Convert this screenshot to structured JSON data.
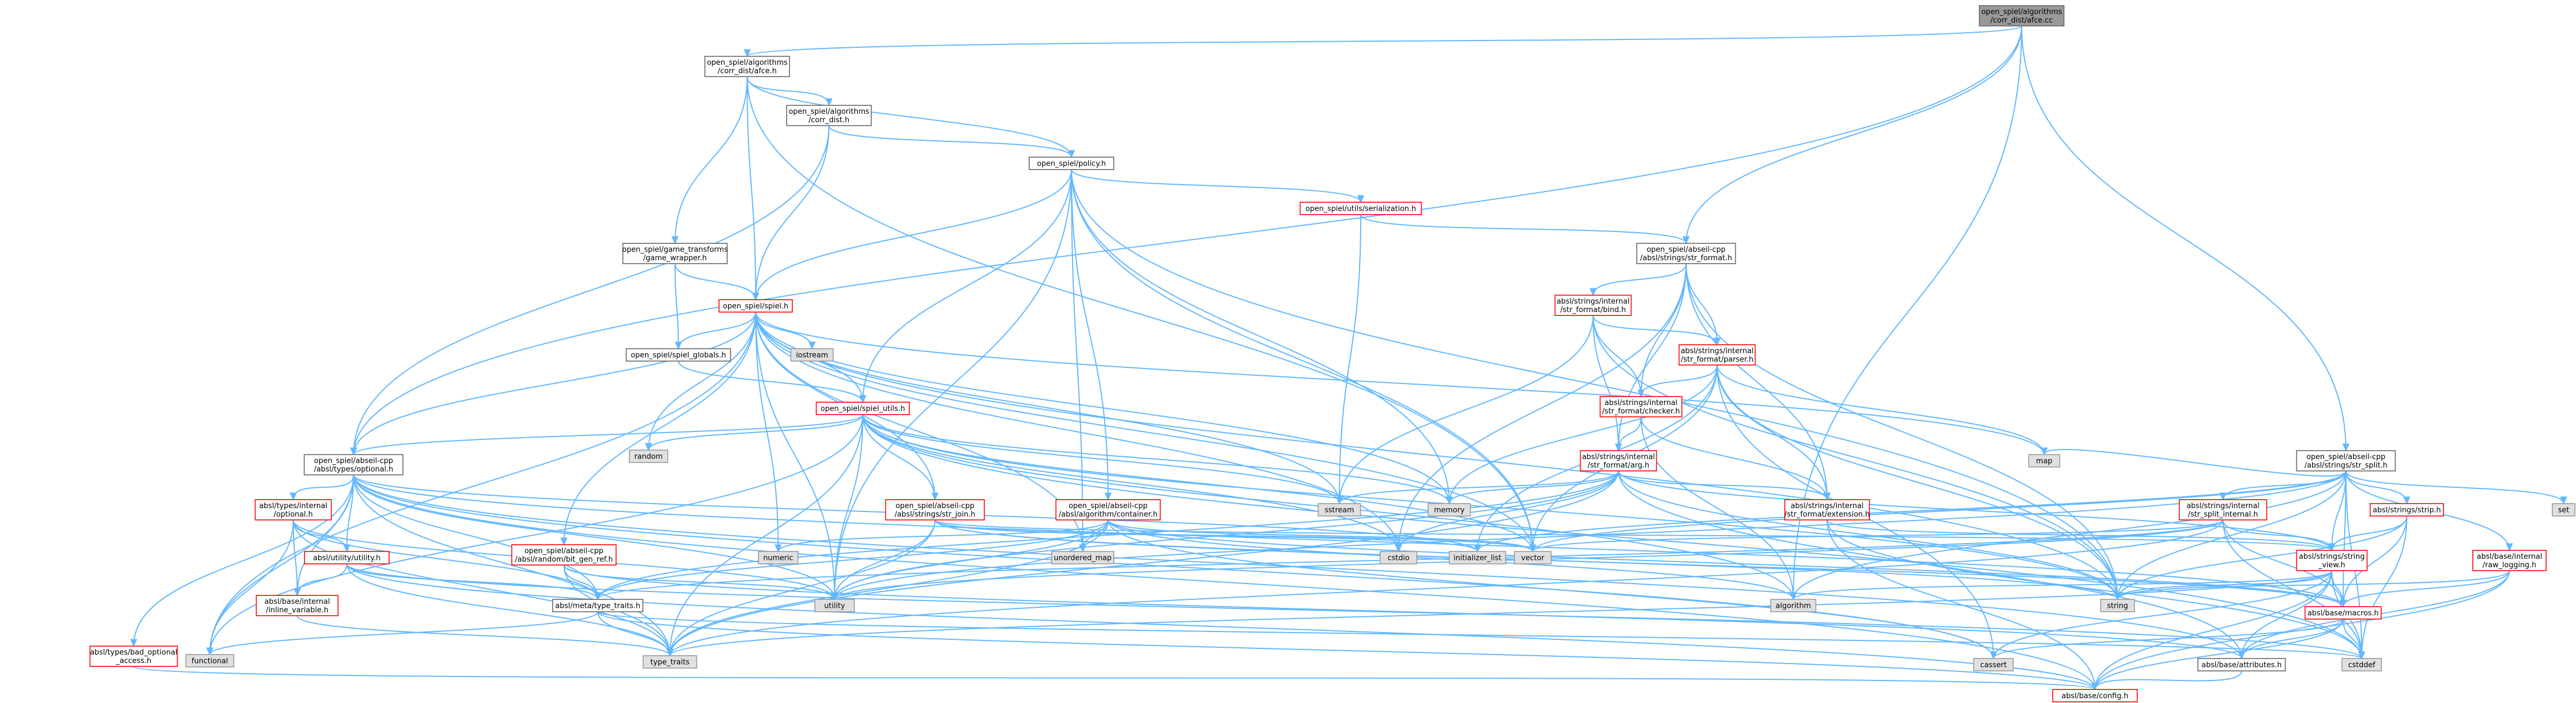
{
  "colors": {
    "edge": "#63b8ff",
    "root_fill": "#999999",
    "root_stroke": "#666666",
    "header_fill": "#ffffff",
    "header_stroke": "#666666",
    "truncated_stroke": "#ff0000",
    "system_fill": "#e0e0e0",
    "system_stroke": "#999999",
    "text": "#000000"
  },
  "nodes": [
    {
      "id": "root",
      "kind": "root",
      "lines": [
        "open_spiel/algorithms",
        "/corr_dist/afce.cc"
      ]
    },
    {
      "id": "afce_h",
      "kind": "header",
      "lines": [
        "open_spiel/algorithms",
        "/corr_dist/afce.h"
      ]
    },
    {
      "id": "corr_dist_h",
      "kind": "header",
      "lines": [
        "open_spiel/algorithms",
        "/corr_dist.h"
      ]
    },
    {
      "id": "policy_h",
      "kind": "header",
      "lines": [
        "open_spiel/policy.h"
      ]
    },
    {
      "id": "serialization_h",
      "kind": "truncated",
      "lines": [
        "open_spiel/utils/serialization.h"
      ]
    },
    {
      "id": "game_wrapper_h",
      "kind": "header",
      "lines": [
        "open_spiel/game_transforms",
        "/game_wrapper.h"
      ]
    },
    {
      "id": "spiel_h",
      "kind": "truncated",
      "lines": [
        "open_spiel/spiel.h"
      ]
    },
    {
      "id": "iostream",
      "kind": "system",
      "lines": [
        "iostream"
      ]
    },
    {
      "id": "spiel_globals_h",
      "kind": "header",
      "lines": [
        "open_spiel/spiel_globals.h"
      ]
    },
    {
      "id": "spiel_utils_h",
      "kind": "truncated",
      "lines": [
        "open_spiel/spiel_utils.h"
      ]
    },
    {
      "id": "random",
      "kind": "system",
      "lines": [
        "random"
      ]
    },
    {
      "id": "optional_h",
      "kind": "header",
      "lines": [
        "open_spiel/abseil-cpp",
        "/absl/types/optional.h"
      ]
    },
    {
      "id": "internal_optional_h",
      "kind": "truncated",
      "lines": [
        "absl/types/internal",
        "/optional.h"
      ]
    },
    {
      "id": "utility_h",
      "kind": "truncated",
      "lines": [
        "absl/utility/utility.h"
      ]
    },
    {
      "id": "inline_variable_h",
      "kind": "truncated",
      "lines": [
        "absl/base/internal",
        "/inline_variable.h"
      ]
    },
    {
      "id": "bad_optional_access_h",
      "kind": "truncated",
      "lines": [
        "absl/types/bad_optional",
        "_access.h"
      ]
    },
    {
      "id": "functional",
      "kind": "system",
      "lines": [
        "functional"
      ]
    },
    {
      "id": "type_traits",
      "kind": "system",
      "lines": [
        "type_traits"
      ]
    },
    {
      "id": "bit_gen_ref_h",
      "kind": "truncated",
      "lines": [
        "open_spiel/abseil-cpp",
        "/absl/random/bit_gen_ref.h"
      ]
    },
    {
      "id": "meta_type_traits_h",
      "kind": "header",
      "lines": [
        "absl/meta/type_traits.h"
      ]
    },
    {
      "id": "numeric",
      "kind": "system",
      "lines": [
        "numeric"
      ]
    },
    {
      "id": "str_join_h",
      "kind": "truncated",
      "lines": [
        "open_spiel/abseil-cpp",
        "/absl/strings/str_join.h"
      ]
    },
    {
      "id": "container_h",
      "kind": "truncated",
      "lines": [
        "open_spiel/abseil-cpp",
        "/absl/algorithm/container.h"
      ]
    },
    {
      "id": "unordered_map",
      "kind": "system",
      "lines": [
        "unordered_map"
      ]
    },
    {
      "id": "utility",
      "kind": "system",
      "lines": [
        "utility"
      ]
    },
    {
      "id": "sstream",
      "kind": "system",
      "lines": [
        "sstream"
      ]
    },
    {
      "id": "memory",
      "kind": "system",
      "lines": [
        "memory"
      ]
    },
    {
      "id": "cstdio",
      "kind": "system",
      "lines": [
        "cstdio"
      ]
    },
    {
      "id": "initializer_list",
      "kind": "system",
      "lines": [
        "initializer_list"
      ]
    },
    {
      "id": "vector",
      "kind": "system",
      "lines": [
        "vector"
      ]
    },
    {
      "id": "str_format_h",
      "kind": "header",
      "lines": [
        "open_spiel/abseil-cpp",
        "/absl/strings/str_format.h"
      ]
    },
    {
      "id": "bind_h",
      "kind": "truncated",
      "lines": [
        "absl/strings/internal",
        "/str_format/bind.h"
      ]
    },
    {
      "id": "parser_h",
      "kind": "truncated",
      "lines": [
        "absl/strings/internal",
        "/str_format/parser.h"
      ]
    },
    {
      "id": "checker_h",
      "kind": "truncated",
      "lines": [
        "absl/strings/internal",
        "/str_format/checker.h"
      ]
    },
    {
      "id": "arg_h",
      "kind": "truncated",
      "lines": [
        "absl/strings/internal",
        "/str_format/arg.h"
      ]
    },
    {
      "id": "extension_h",
      "kind": "truncated",
      "lines": [
        "absl/strings/internal",
        "/str_format/extension.h"
      ]
    },
    {
      "id": "algorithm",
      "kind": "system",
      "lines": [
        "algorithm"
      ]
    },
    {
      "id": "string",
      "kind": "system",
      "lines": [
        "string"
      ]
    },
    {
      "id": "map",
      "kind": "system",
      "lines": [
        "map"
      ]
    },
    {
      "id": "str_split_h",
      "kind": "header",
      "lines": [
        "open_spiel/abseil-cpp",
        "/absl/strings/str_split.h"
      ]
    },
    {
      "id": "set",
      "kind": "system",
      "lines": [
        "set"
      ]
    },
    {
      "id": "str_split_internal_h",
      "kind": "truncated",
      "lines": [
        "absl/strings/internal",
        "/str_split_internal.h"
      ]
    },
    {
      "id": "strip_h",
      "kind": "truncated",
      "lines": [
        "absl/strings/strip.h"
      ]
    },
    {
      "id": "raw_logging_h",
      "kind": "truncated",
      "lines": [
        "absl/base/internal",
        "/raw_logging.h"
      ]
    },
    {
      "id": "string_view_h",
      "kind": "truncated",
      "lines": [
        "absl/strings/string",
        "_view.h"
      ]
    },
    {
      "id": "macros_h",
      "kind": "truncated",
      "lines": [
        "absl/base/macros.h"
      ]
    },
    {
      "id": "attributes_h",
      "kind": "header",
      "lines": [
        "absl/base/attributes.h"
      ]
    },
    {
      "id": "cassert",
      "kind": "system",
      "lines": [
        "cassert"
      ]
    },
    {
      "id": "cstddef",
      "kind": "system",
      "lines": [
        "cstddef"
      ]
    },
    {
      "id": "config_h",
      "kind": "truncated",
      "lines": [
        "absl/base/config.h"
      ]
    }
  ],
  "edges": [
    [
      "root",
      "afce_h"
    ],
    [
      "root",
      "optional_h"
    ],
    [
      "root",
      "str_format_h"
    ],
    [
      "root",
      "str_split_h"
    ],
    [
      "root",
      "algorithm"
    ],
    [
      "afce_h",
      "corr_dist_h"
    ],
    [
      "afce_h",
      "policy_h"
    ],
    [
      "afce_h",
      "game_wrapper_h"
    ],
    [
      "afce_h",
      "spiel_h"
    ],
    [
      "afce_h",
      "vector"
    ],
    [
      "corr_dist_h",
      "policy_h"
    ],
    [
      "corr_dist_h",
      "spiel_h"
    ],
    [
      "corr_dist_h",
      "optional_h"
    ],
    [
      "policy_h",
      "serialization_h"
    ],
    [
      "policy_h",
      "spiel_h"
    ],
    [
      "policy_h",
      "spiel_utils_h"
    ],
    [
      "policy_h",
      "container_h"
    ],
    [
      "policy_h",
      "memory"
    ],
    [
      "policy_h",
      "string"
    ],
    [
      "policy_h",
      "unordered_map"
    ],
    [
      "policy_h",
      "utility"
    ],
    [
      "policy_h",
      "vector"
    ],
    [
      "serialization_h",
      "str_format_h"
    ],
    [
      "serialization_h",
      "sstream"
    ],
    [
      "game_wrapper_h",
      "spiel_globals_h"
    ],
    [
      "game_wrapper_h",
      "spiel_h"
    ],
    [
      "spiel_h",
      "iostream"
    ],
    [
      "spiel_h",
      "spiel_globals_h"
    ],
    [
      "spiel_h",
      "spiel_utils_h"
    ],
    [
      "spiel_h",
      "optional_h"
    ],
    [
      "spiel_h",
      "random"
    ],
    [
      "spiel_h",
      "bit_gen_ref_h"
    ],
    [
      "spiel_h",
      "str_join_h"
    ],
    [
      "spiel_h",
      "functional"
    ],
    [
      "spiel_h",
      "memory"
    ],
    [
      "spiel_h",
      "numeric"
    ],
    [
      "spiel_h",
      "sstream"
    ],
    [
      "spiel_h",
      "string"
    ],
    [
      "spiel_h",
      "utility"
    ],
    [
      "spiel_h",
      "vector"
    ],
    [
      "spiel_h",
      "map"
    ],
    [
      "spiel_h",
      "unordered_map"
    ],
    [
      "spiel_h",
      "cstdio"
    ],
    [
      "spiel_globals_h",
      "spiel_utils_h"
    ],
    [
      "spiel_utils_h",
      "optional_h"
    ],
    [
      "spiel_utils_h",
      "random"
    ],
    [
      "spiel_utils_h",
      "sstream"
    ],
    [
      "spiel_utils_h",
      "str_join_h"
    ],
    [
      "spiel_utils_h",
      "type_traits"
    ],
    [
      "spiel_utils_h",
      "utility"
    ],
    [
      "spiel_utils_h",
      "cstdio"
    ],
    [
      "spiel_utils_h",
      "vector"
    ],
    [
      "spiel_utils_h",
      "string"
    ],
    [
      "spiel_utils_h",
      "memory"
    ],
    [
      "spiel_utils_h",
      "functional"
    ],
    [
      "spiel_utils_h",
      "algorithm"
    ],
    [
      "spiel_utils_h",
      "cstddef"
    ],
    [
      "optional_h",
      "internal_optional_h"
    ],
    [
      "optional_h",
      "utility_h"
    ],
    [
      "optional_h",
      "inline_variable_h"
    ],
    [
      "optional_h",
      "bad_optional_access_h"
    ],
    [
      "optional_h",
      "functional"
    ],
    [
      "optional_h",
      "type_traits"
    ],
    [
      "optional_h",
      "meta_type_traits_h"
    ],
    [
      "optional_h",
      "utility"
    ],
    [
      "optional_h",
      "initializer_list"
    ],
    [
      "optional_h",
      "config_h"
    ],
    [
      "optional_h",
      "attributes_h"
    ],
    [
      "optional_h",
      "cassert"
    ],
    [
      "optional_h",
      "macros_h"
    ],
    [
      "internal_optional_h",
      "utility_h"
    ],
    [
      "internal_optional_h",
      "meta_type_traits_h"
    ],
    [
      "internal_optional_h",
      "functional"
    ],
    [
      "internal_optional_h",
      "inline_variable_h"
    ],
    [
      "internal_optional_h",
      "type_traits"
    ],
    [
      "internal_optional_h",
      "utility"
    ],
    [
      "utility_h",
      "inline_variable_h"
    ],
    [
      "utility_h",
      "meta_type_traits_h"
    ],
    [
      "utility_h",
      "type_traits"
    ],
    [
      "utility_h",
      "config_h"
    ],
    [
      "utility_h",
      "cstddef"
    ],
    [
      "inline_variable_h",
      "type_traits"
    ],
    [
      "bad_optional_access_h",
      "config_h"
    ],
    [
      "bit_gen_ref_h",
      "meta_type_traits_h"
    ],
    [
      "bit_gen_ref_h",
      "type_traits"
    ],
    [
      "bit_gen_ref_h",
      "utility"
    ],
    [
      "bit_gen_ref_h",
      "attributes_h"
    ],
    [
      "meta_type_traits_h",
      "functional"
    ],
    [
      "meta_type_traits_h",
      "type_traits"
    ],
    [
      "meta_type_traits_h",
      "cstddef"
    ],
    [
      "meta_type_traits_h",
      "config_h"
    ],
    [
      "str_join_h",
      "utility"
    ],
    [
      "str_join_h",
      "type_traits"
    ],
    [
      "str_join_h",
      "initializer_list"
    ],
    [
      "str_join_h",
      "string"
    ],
    [
      "str_join_h",
      "vector"
    ],
    [
      "str_join_h",
      "string_view_h"
    ],
    [
      "str_join_h",
      "macros_h"
    ],
    [
      "container_h",
      "algorithm"
    ],
    [
      "container_h",
      "numeric"
    ],
    [
      "container_h",
      "type_traits"
    ],
    [
      "container_h",
      "unordered_map"
    ],
    [
      "container_h",
      "utility"
    ],
    [
      "container_h",
      "vector"
    ],
    [
      "container_h",
      "cassert"
    ],
    [
      "container_h",
      "meta_type_traits_h"
    ],
    [
      "container_h",
      "macros_h"
    ],
    [
      "str_format_h",
      "bind_h"
    ],
    [
      "str_format_h",
      "parser_h"
    ],
    [
      "str_format_h",
      "checker_h"
    ],
    [
      "str_format_h",
      "arg_h"
    ],
    [
      "str_format_h",
      "extension_h"
    ],
    [
      "str_format_h",
      "string"
    ],
    [
      "str_format_h",
      "cstdio"
    ],
    [
      "bind_h",
      "arg_h"
    ],
    [
      "bind_h",
      "checker_h"
    ],
    [
      "bind_h",
      "parser_h"
    ],
    [
      "bind_h",
      "sstream"
    ],
    [
      "bind_h",
      "string"
    ],
    [
      "bind_h",
      "array_like"
    ],
    [
      "parser_h",
      "checker_h"
    ],
    [
      "parser_h",
      "extension_h"
    ],
    [
      "parser_h",
      "string"
    ],
    [
      "parser_h",
      "vector"
    ],
    [
      "parser_h",
      "map"
    ],
    [
      "parser_h",
      "cassert"
    ],
    [
      "parser_h",
      "memory"
    ],
    [
      "parser_h",
      "initializer_list"
    ],
    [
      "checker_h",
      "arg_h"
    ],
    [
      "checker_h",
      "extension_h"
    ],
    [
      "checker_h",
      "algorithm"
    ],
    [
      "arg_h",
      "extension_h"
    ],
    [
      "arg_h",
      "memory"
    ],
    [
      "arg_h",
      "sstream"
    ],
    [
      "arg_h",
      "string"
    ],
    [
      "arg_h",
      "type_traits"
    ],
    [
      "arg_h",
      "utility"
    ],
    [
      "arg_h",
      "cstdio"
    ],
    [
      "arg_h",
      "string_view_h"
    ],
    [
      "arg_h",
      "meta_type_traits_h"
    ],
    [
      "arg_h",
      "attributes_h"
    ],
    [
      "extension_h",
      "config_h"
    ],
    [
      "extension_h",
      "string_view_h"
    ],
    [
      "extension_h",
      "cstddef"
    ],
    [
      "str_split_h",
      "str_split_internal_h"
    ],
    [
      "str_split_h",
      "strip_h"
    ],
    [
      "str_split_h",
      "raw_logging_h"
    ],
    [
      "str_split_h",
      "string_view_h"
    ],
    [
      "str_split_h",
      "macros_h"
    ],
    [
      "str_split_h",
      "map"
    ],
    [
      "str_split_h",
      "set"
    ],
    [
      "str_split_h",
      "string"
    ],
    [
      "str_split_h",
      "utility"
    ],
    [
      "str_split_h",
      "vector"
    ],
    [
      "str_split_h",
      "algorithm"
    ],
    [
      "str_split_h",
      "initializer_list"
    ],
    [
      "str_split_h",
      "cstddef"
    ],
    [
      "str_split_internal_h",
      "string_view_h"
    ],
    [
      "str_split_internal_h",
      "macros_h"
    ],
    [
      "str_split_internal_h",
      "meta_type_traits_h"
    ],
    [
      "str_split_internal_h",
      "type_traits"
    ],
    [
      "str_split_internal_h",
      "vector"
    ],
    [
      "str_split_internal_h",
      "utility"
    ],
    [
      "str_split_internal_h",
      "array_like"
    ],
    [
      "str_split_internal_h",
      "cstddef"
    ],
    [
      "strip_h",
      "string_view_h"
    ],
    [
      "strip_h",
      "macros_h"
    ],
    [
      "strip_h",
      "string"
    ],
    [
      "strip_h",
      "cstddef"
    ],
    [
      "raw_logging_h",
      "macros_h"
    ],
    [
      "raw_logging_h",
      "attributes_h"
    ],
    [
      "raw_logging_h",
      "config_h"
    ],
    [
      "raw_logging_h",
      "string"
    ],
    [
      "string_view_h",
      "macros_h"
    ],
    [
      "string_view_h",
      "attributes_h"
    ],
    [
      "string_view_h",
      "config_h"
    ],
    [
      "string_view_h",
      "algorithm"
    ],
    [
      "string_view_h",
      "string"
    ],
    [
      "string_view_h",
      "cassert"
    ],
    [
      "string_view_h",
      "cstddef"
    ],
    [
      "string_view_h",
      "type_traits"
    ],
    [
      "macros_h",
      "attributes_h"
    ],
    [
      "macros_h",
      "config_h"
    ],
    [
      "macros_h",
      "cassert"
    ],
    [
      "macros_h",
      "cstddef"
    ],
    [
      "attributes_h",
      "config_h"
    ]
  ]
}
